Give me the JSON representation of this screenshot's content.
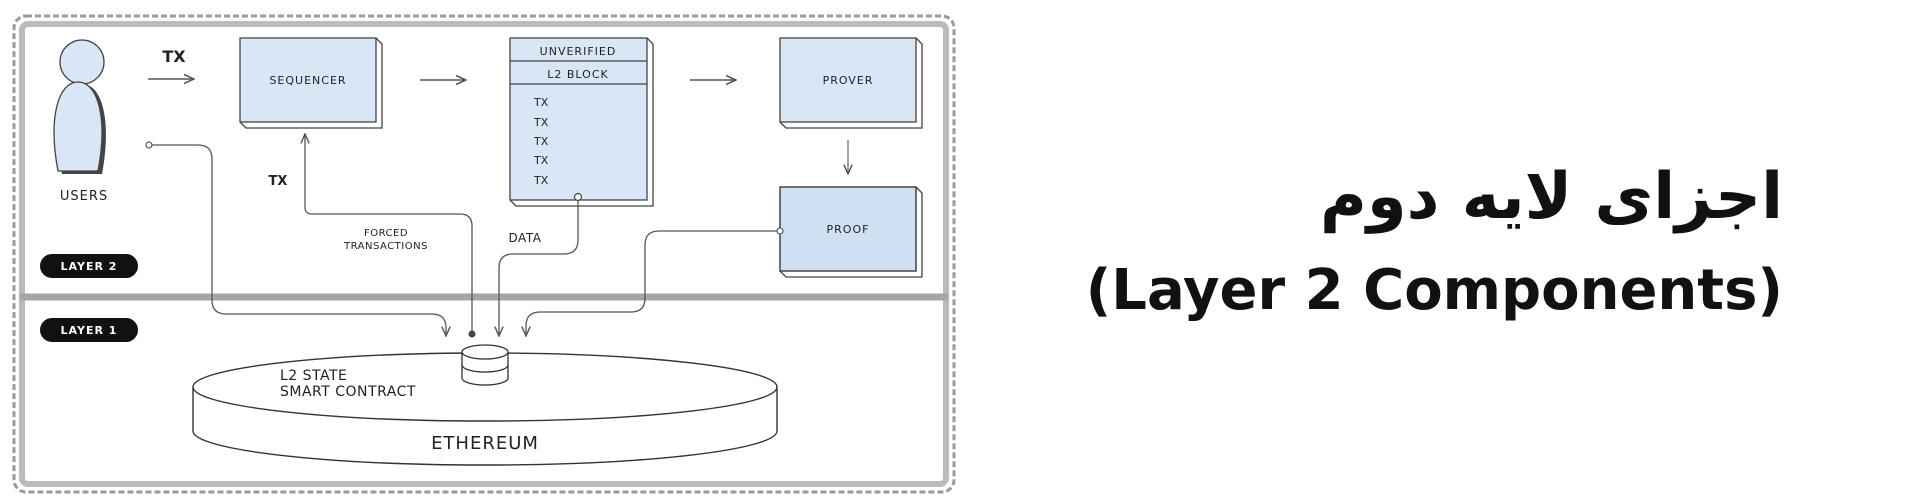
{
  "diagram": {
    "users_label": "USERS",
    "tx_top": "TX",
    "tx_back": "TX",
    "sequencer_label": "SEQUENCER",
    "block": {
      "header": "UNVERIFIED",
      "subheader": "L2 BLOCK",
      "transactions": [
        "TX",
        "TX",
        "TX",
        "TX",
        "TX"
      ]
    },
    "prover_label": "PROVER",
    "proof_label": "PROOF",
    "forced_line1": "FORCED",
    "forced_line2": "TRANSACTIONS",
    "data_label": "DATA",
    "layer2_badge": "LAYER 2",
    "layer1_badge": "LAYER 1",
    "contract_line1": "L2 STATE",
    "contract_line2": "SMART CONTRACT",
    "ethereum_label": "ETHEREUM"
  },
  "title": {
    "persian": "اجزای لایه دوم",
    "english": "(Layer 2 Components)"
  },
  "colors": {
    "box_fill": "#d9e6f5",
    "proof_fill": "#cfe0f3",
    "frame_border": "#9a9a9a",
    "badge_bg": "#111111"
  }
}
